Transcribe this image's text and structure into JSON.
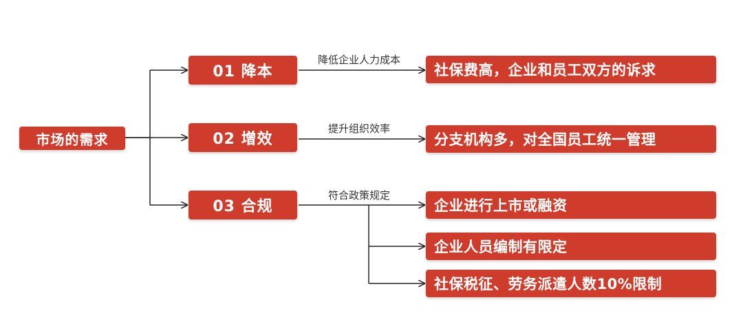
{
  "root": {
    "label": "市场的需求"
  },
  "branches": [
    {
      "label": "01 降本",
      "edge_label": "降低企业人力成本",
      "leaves": [
        "社保费高，企业和员工双方的诉求"
      ]
    },
    {
      "label": "02 增效",
      "edge_label": "提升组织效率",
      "leaves": [
        "分支机构多，对全国员工统一管理"
      ]
    },
    {
      "label": "03 合规",
      "edge_label": "符合政策规定",
      "leaves": [
        "企业进行上市或融资",
        "企业人员编制有限定",
        "社保税征、劳务派遣人数10%限制"
      ]
    }
  ],
  "colors": {
    "box_fill": "#d03c2c",
    "box_text": "#ffffff",
    "connector": "#222222",
    "edge_label_text": "#333333"
  }
}
